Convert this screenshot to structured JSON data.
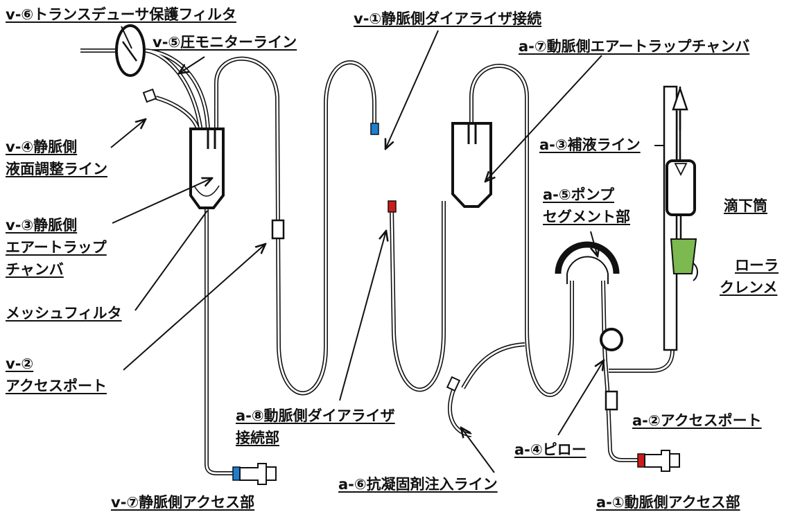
{
  "labels": {
    "v6": "v-⑥トランスデューサ保護フィルタ",
    "v5": "v-⑤圧モニターライン",
    "v1": "v-①静脈側ダイアライザ接続",
    "a7": "a-⑦動脈側エアートラップチャンバ",
    "v4_1": "v-④静脈側",
    "v4_2": "液面調整ライン",
    "a3": "a-③補液ライン",
    "v3_1": "v-③静脈側",
    "v3_2": "エアートラップ",
    "v3_3": "チャンバ",
    "a5_1": "a-⑤ポンプ",
    "a5_2": "セグメント部",
    "drip": "滴下筒",
    "roller_1": "ローラ",
    "roller_2": "クレンメ",
    "mesh": "メッシュフィルタ",
    "v2_1": "v-②",
    "v2_2": "アクセスポート",
    "a8_1": "a-⑧動脈側ダイアライザ",
    "a8_2": "接続部",
    "a2": "a-②アクセスポート",
    "a4": "a-④ピロー",
    "a6": "a-⑥抗凝固剤注入ライン",
    "v7": "v-⑦静脈側アクセス部",
    "a1": "a-①動脈側アクセス部"
  },
  "colors": {
    "line": "#111111",
    "blue_cap": "#1e7fd0",
    "red_cap": "#cc1b1b",
    "clamp_green": "#7cb950"
  }
}
